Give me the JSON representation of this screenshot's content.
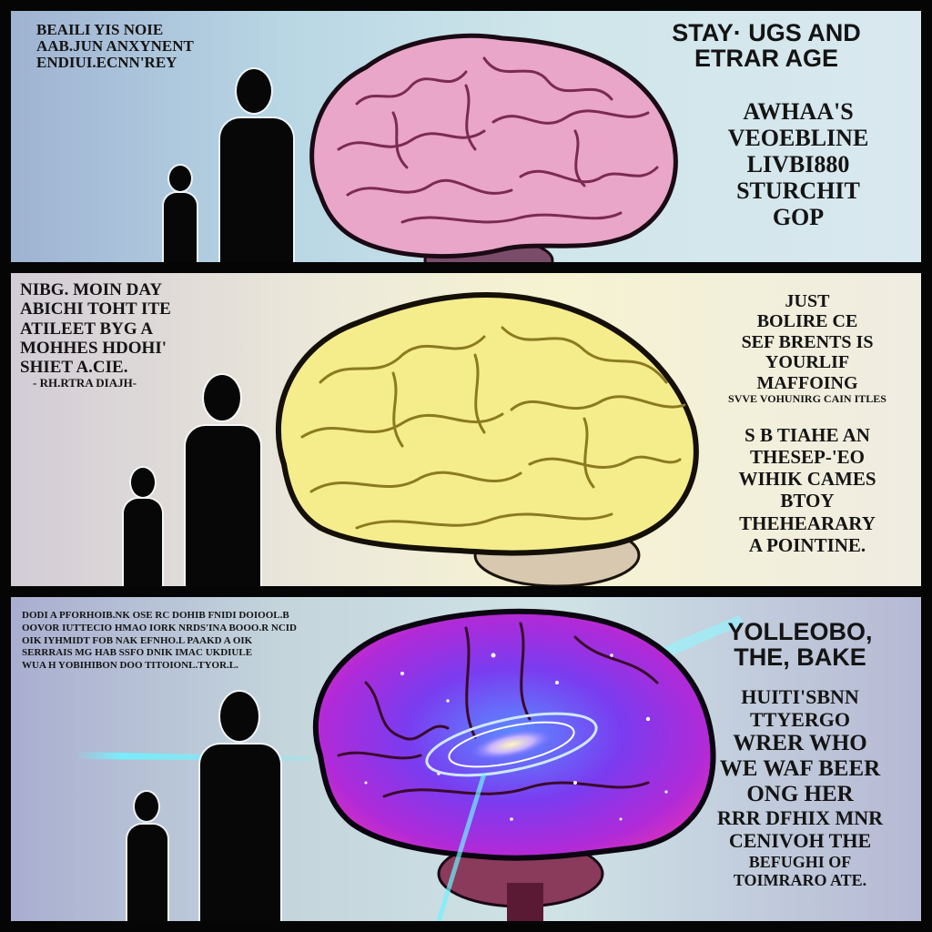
{
  "panels": [
    {
      "id": "panel-1",
      "theme": "pink brain, child and adult silhouettes",
      "brain_color": "#e9a6c8",
      "top_left_text": [
        "BEAILI YIS NOIE",
        "AAB.JUN ANXYNENT",
        "ENDIUI.ECNN'REY"
      ],
      "right_heading": [
        "STAY· UGS AND",
        "ETRAR AGE"
      ],
      "right_body": [
        "AWHAA'S",
        "VEOEBLINE",
        "LIVBI880",
        "STURCHIT",
        "GOP"
      ]
    },
    {
      "id": "panel-2",
      "theme": "yellow brain, child and adult silhouettes",
      "brain_color": "#f5ec8c",
      "top_left_text": [
        "NIBG. MOIN DAY",
        "ABICHI TOHT ITE",
        "ATILEET BYG A",
        "MOHHES HDOHI'",
        "SHIET A.CIE.",
        "- RH.RTRA DIAJH-"
      ],
      "right_body": [
        "JUST",
        "BOLIRE CE",
        "SEF BRENTS IS",
        "YOURLIF",
        "MAFFOING",
        "SVVE VOHUNIRG CAIN ITLES"
      ],
      "right_body_2": [
        "S B TIAHE AN",
        "THESEP-'EO",
        "WIHIK CAMES",
        "BTOY",
        "THEHEARARY",
        "A POINTINE."
      ]
    },
    {
      "id": "panel-3",
      "theme": "cosmic galaxy brain, child and adult silhouettes, cyan light beam",
      "brain_color": "#7a3cf0",
      "beam_color": "#6ff3ff",
      "top_left_text": [
        "DODI A PFORHOIB.NK OSE RC DOHIB FNIDI DOIOOL.B",
        "OOVOR IUTTECIO HMAO IORK NRDS'INA BOOO.R NCID",
        "OIK IYHMIDT FOB NAK EFNHO.L PAAKD A OIK",
        "SERRRAIS MG HAB SSFO DNIK IMAC UKDIULE",
        "WUA H YOBIHIBON DOO TITOIONL.TYOR.L."
      ],
      "right_heading": [
        "YOLLEOBO,",
        "THE, BAKE"
      ],
      "right_body": [
        "HUITI'SBNN",
        "TTYERGO",
        "WRER WHO",
        "WE WAF BEER",
        "ONG HER",
        "RRR DFHIX MNR",
        "CENIVOH THE",
        "BEFUGHI OF",
        "TOIMRARO ATE."
      ]
    }
  ]
}
